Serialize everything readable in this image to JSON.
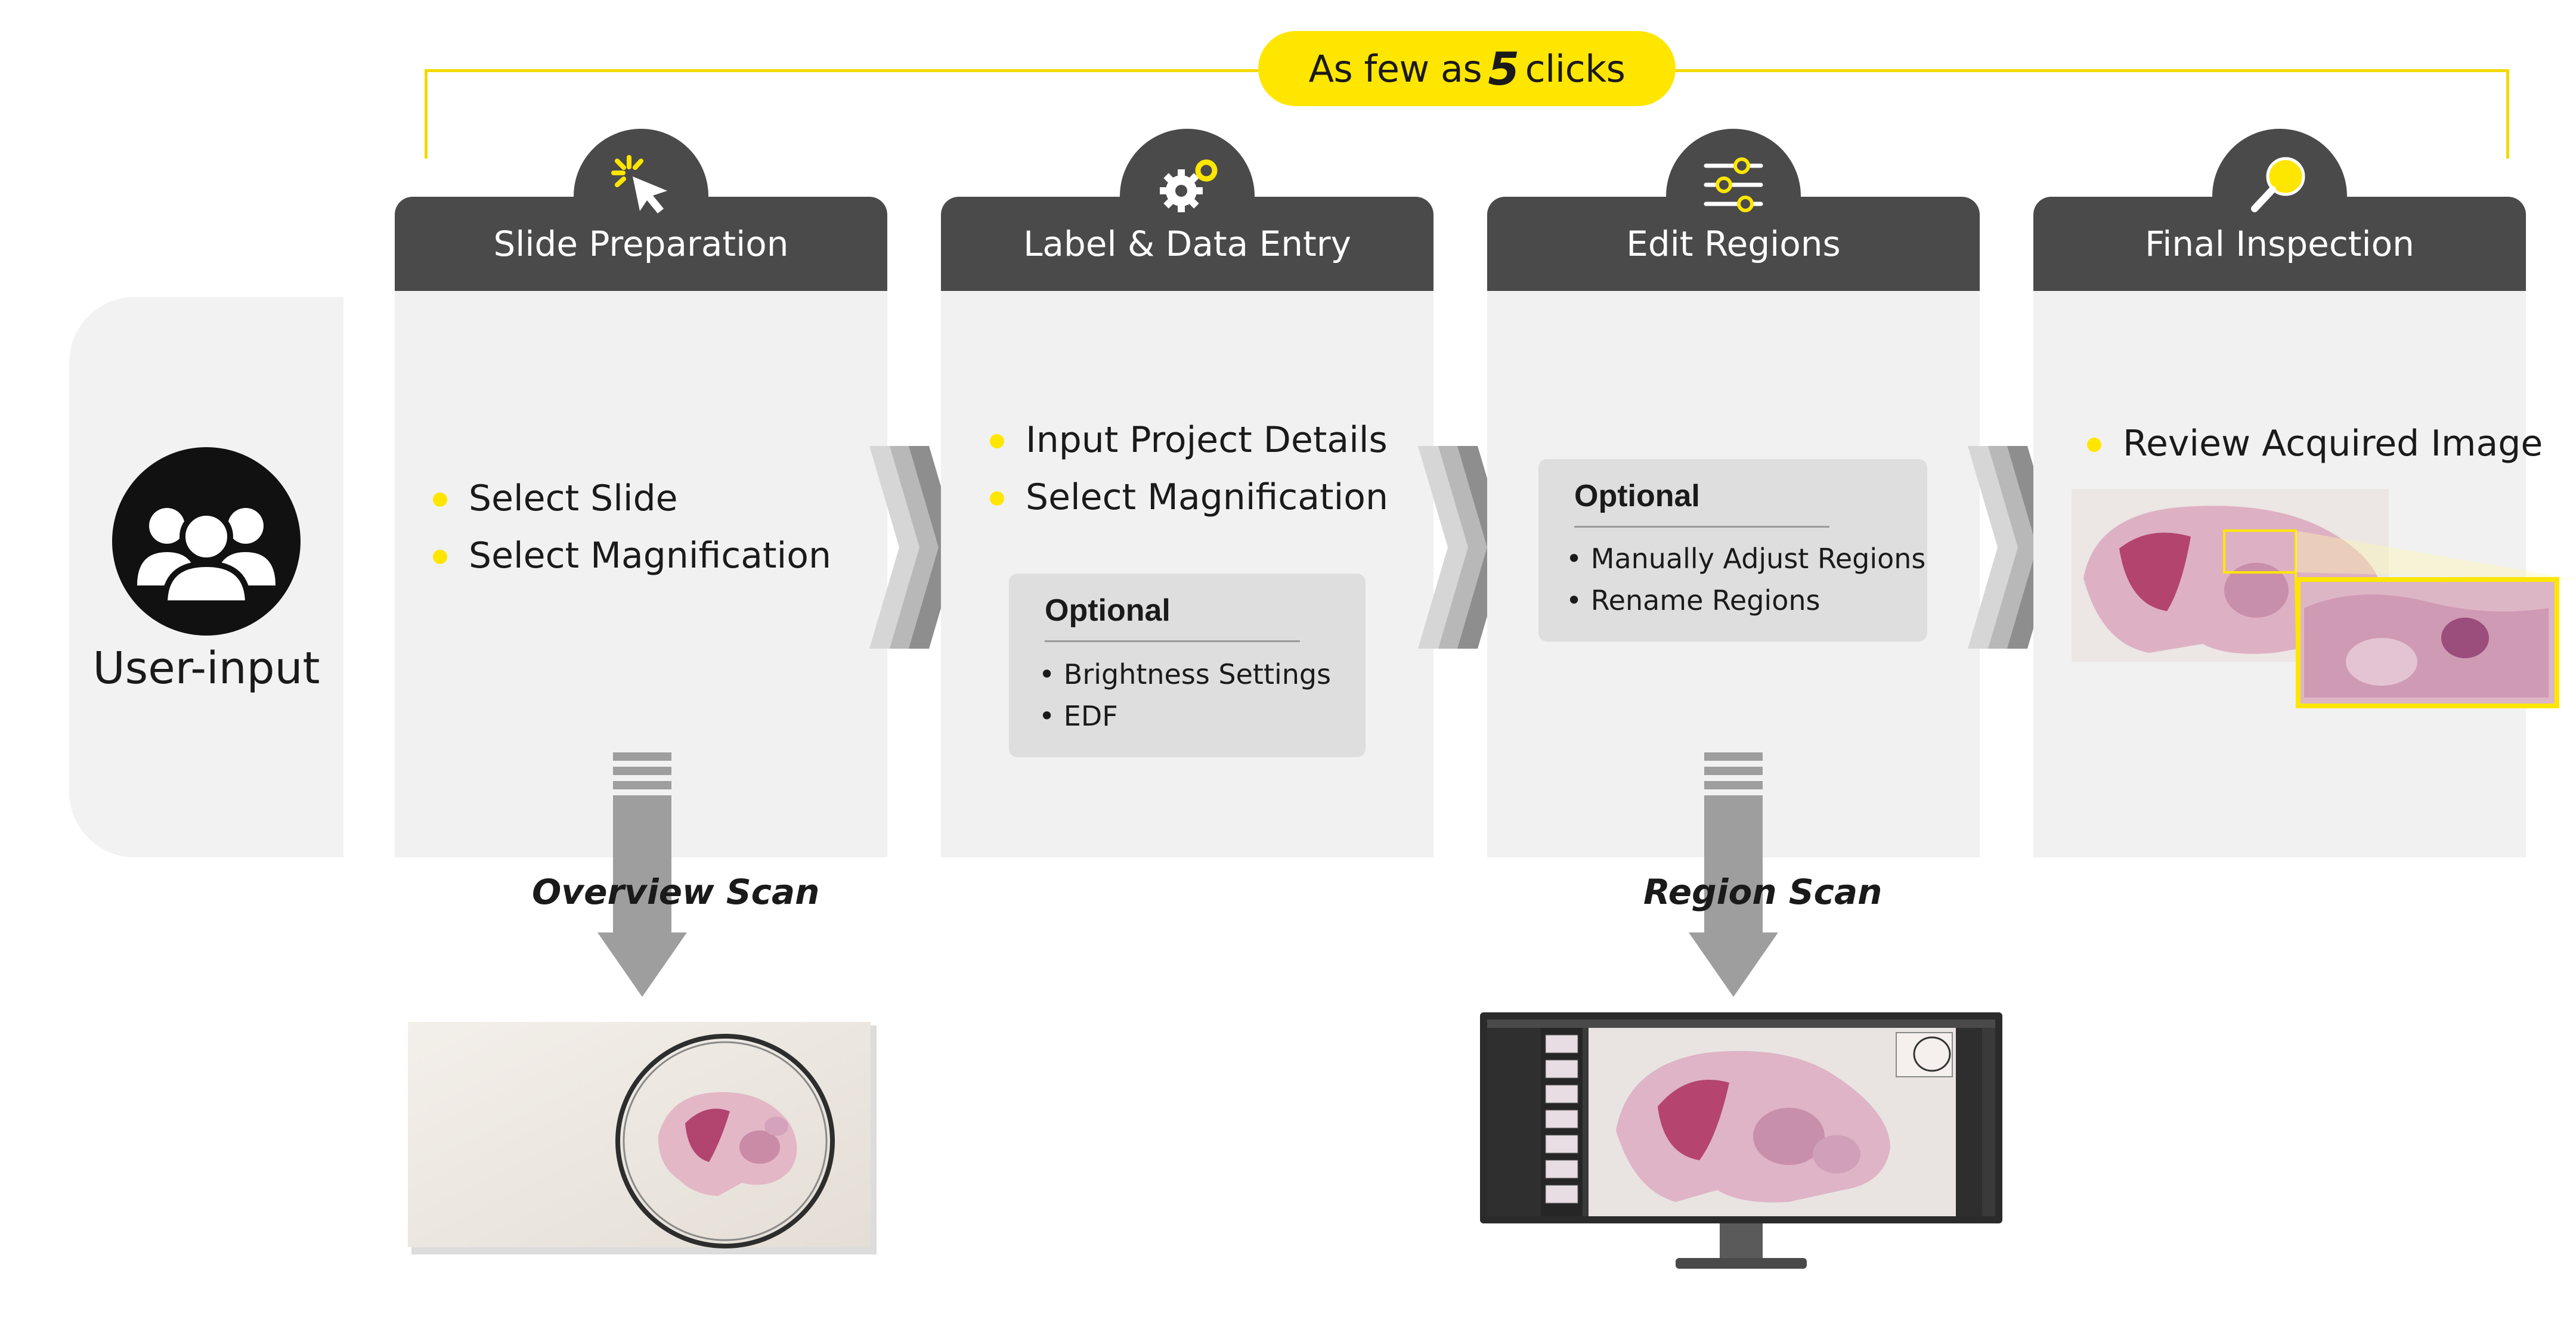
{
  "header": {
    "prefix": "As few as",
    "count": "5",
    "suffix": "clicks"
  },
  "user": {
    "label": "User-input",
    "icon": "users-icon"
  },
  "steps": [
    {
      "title": "Slide Preparation",
      "icon": "pointer-click-icon",
      "bullets": [
        "Select Slide",
        "Select Magnification"
      ]
    },
    {
      "title": "Label & Data Entry",
      "icon": "gears-icon",
      "bullets": [
        "Input Project Details",
        "Select Magnification"
      ],
      "optional": {
        "title": "Optional",
        "items": [
          "• Brightness Settings",
          "• EDF"
        ]
      }
    },
    {
      "title": "Edit Regions",
      "icon": "sliders-icon",
      "optional": {
        "title": "Optional",
        "items": [
          "• Manually Adjust Regions",
          "• Rename Regions"
        ]
      }
    },
    {
      "title": "Final Inspection",
      "icon": "magnifier-icon",
      "bullets": [
        "Review Acquired Image"
      ]
    }
  ],
  "scans": {
    "overview": "Overview Scan",
    "region": "Region Scan"
  },
  "colors": {
    "accent": "#ffe600",
    "header_gray": "#4a4a4a",
    "panel_gray": "#f1f1f1"
  }
}
